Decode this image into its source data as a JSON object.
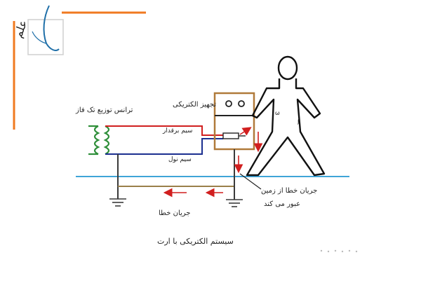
{
  "logo": {
    "name": "logo-icon"
  },
  "labels": {
    "transformer": "ترانس توزیع تک فاز",
    "phase_wire": "سیم برقدار",
    "neutral_wire": "سیم نول",
    "device": "تجهیز الکتریکی",
    "ground_fault_current": "جریان خطا از زمین",
    "ground_fault_current_line2": "عبور می کند",
    "fault_current": "جریان خطا",
    "system_title": "سیستم الکتریکی با ارت"
  },
  "colors": {
    "phase": "#d11f1f",
    "neutral": "#1b2f8f",
    "earth": "#3a3a3a",
    "ground_line": "#3fa5d8",
    "return_path": "#9a7f4a",
    "device_box": "#b07a3a",
    "coil": "#2f8f3a",
    "accent": "#f07a20",
    "arrow": "#d11f1f"
  }
}
